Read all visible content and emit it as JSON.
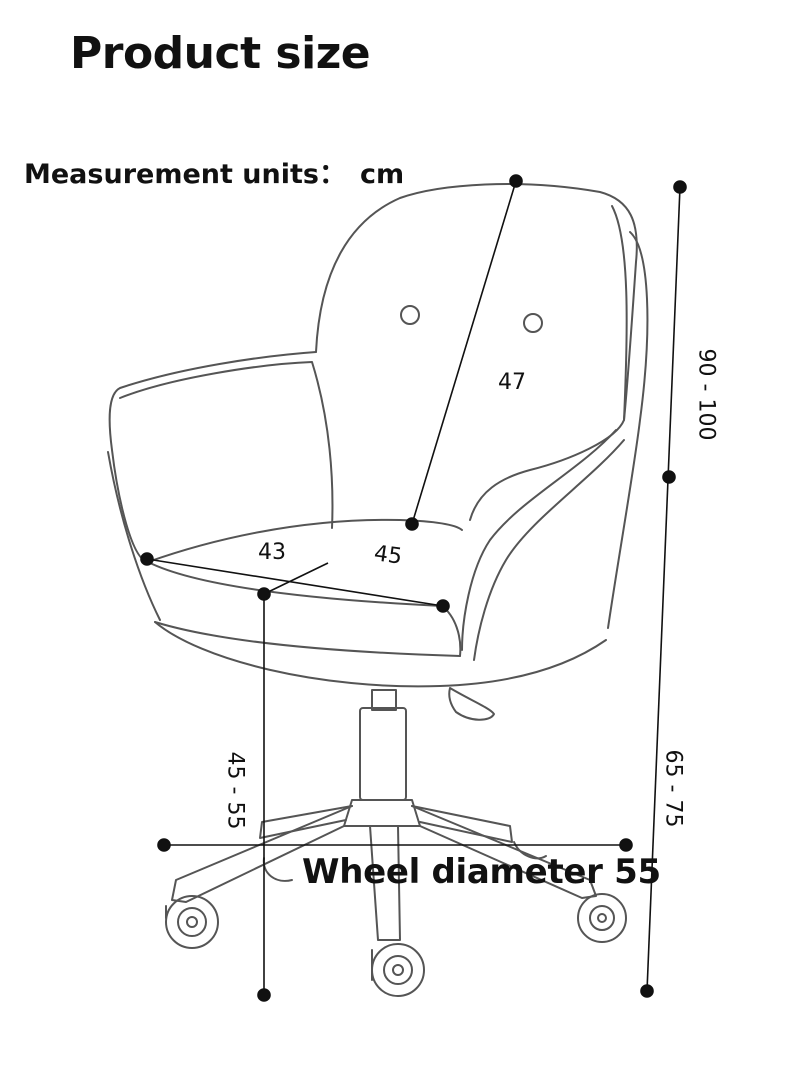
{
  "title": "Product size",
  "units": {
    "label": "Measurement units：",
    "value": "cm"
  },
  "dimensions": {
    "back_height": "47",
    "seat_width": "43",
    "seat_depth": "45",
    "total_height": "90 - 100",
    "arm_height": "65 - 75",
    "seat_height": "45 - 55"
  },
  "wheel": {
    "label": "Wheel diameter 55"
  },
  "colors": {
    "line": "#111111",
    "sketch": "#555555"
  }
}
